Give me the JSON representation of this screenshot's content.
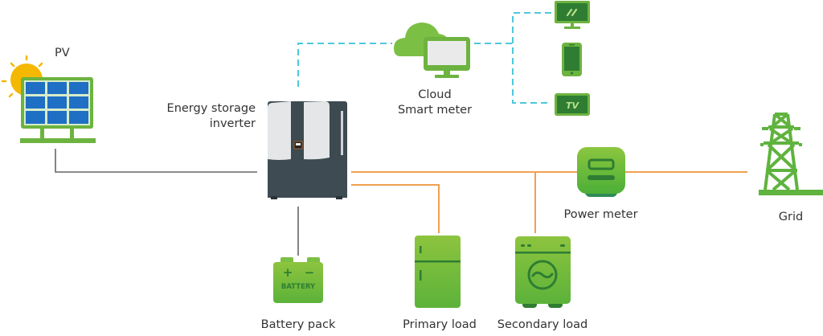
{
  "title": "Energy storage system diagram",
  "colors": {
    "green": "#6db33f",
    "dark_green": "#2e7d32",
    "ac_line": "#f0a050",
    "dc_line": "#666666",
    "comm_line": "#4ec8dc",
    "panel_blue": "#1f6fc4",
    "sun": "#f5b800",
    "inverter_dark": "#3d4a50",
    "inverter_light": "#e4e6e8"
  },
  "nodes": {
    "pv": {
      "label": "PV",
      "icon": "solar-panel-icon"
    },
    "inverter": {
      "label_line1": "Energy storage",
      "label_line2": "inverter",
      "icon": "inverter-icon"
    },
    "cloud": {
      "label_line1": "Cloud",
      "label_line2": "Smart meter",
      "icon": "cloud-monitor-icon"
    },
    "devices": [
      {
        "name": "computer",
        "icon": "monitor-icon"
      },
      {
        "name": "phone",
        "icon": "phone-icon"
      },
      {
        "name": "tv",
        "icon": "tv-icon",
        "text": "TV"
      }
    ],
    "power_meter": {
      "label": "Power meter",
      "icon": "power-meter-icon"
    },
    "grid": {
      "label": "Grid",
      "icon": "transmission-tower-icon"
    },
    "battery": {
      "label": "Battery pack",
      "icon": "battery-icon",
      "text": "BATTERY",
      "plus": "+",
      "minus": "−"
    },
    "primary_load": {
      "label": "Primary load",
      "icon": "refrigerator-icon"
    },
    "secondary_load": {
      "label": "Secondary load",
      "icon": "washing-machine-icon"
    }
  },
  "connections": [
    {
      "from": "pv",
      "to": "inverter",
      "type": "dc"
    },
    {
      "from": "inverter",
      "to": "battery",
      "type": "dc"
    },
    {
      "from": "inverter",
      "to": "power_meter",
      "type": "ac"
    },
    {
      "from": "power_meter",
      "to": "grid",
      "type": "ac"
    },
    {
      "from": "inverter",
      "to": "primary_load",
      "type": "ac"
    },
    {
      "from": "ac_bus",
      "to": "secondary_load",
      "type": "ac"
    },
    {
      "from": "inverter",
      "to": "cloud",
      "type": "communication"
    },
    {
      "from": "cloud",
      "to": "devices",
      "type": "communication"
    }
  ]
}
